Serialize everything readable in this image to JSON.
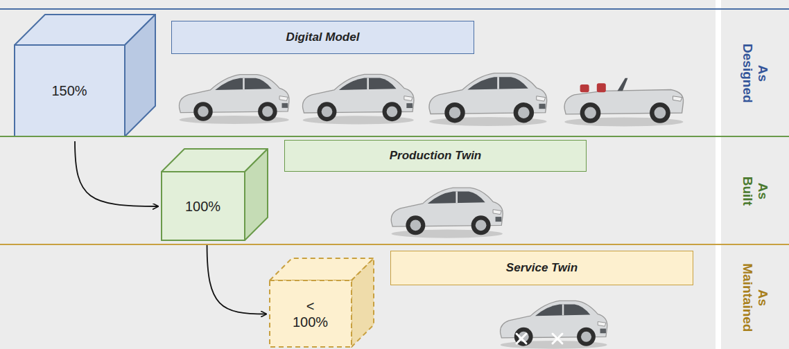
{
  "diagram": {
    "nodes": [
      {
        "text": [
          "As Designed"
        ]
      },
      {
        "text": [
          "150%"
        ],
        "in": 0
      },
      {
        "text": [
          "Digital Model"
        ],
        "in": 0
      },
      {
        "text": [
          "As Built"
        ]
      },
      {
        "text": [
          "100%"
        ],
        "in": 3
      },
      {
        "text": [
          "Production Twin"
        ],
        "in": 3
      },
      {
        "text": [
          "As Maintained"
        ]
      },
      {
        "text": [
          "< 100%"
        ],
        "in": 6
      },
      {
        "text": [
          "Service Twin"
        ],
        "in": 6
      }
    ],
    "edges": [
      {
        "from": 1,
        "to": 4,
        "arrow": "to"
      },
      {
        "from": 4,
        "to": 7,
        "arrow": "to"
      }
    ]
  }
}
